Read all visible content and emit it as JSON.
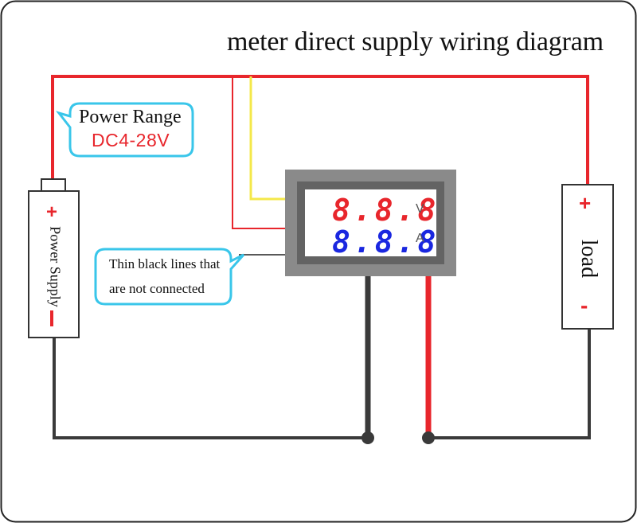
{
  "title": "meter direct supply wiring diagram",
  "power_range": {
    "label": "Power Range",
    "value": "DC4-28V"
  },
  "note": {
    "line1": "Thin black lines that",
    "line2": "are not connected"
  },
  "power_supply": {
    "label": "Power Supply",
    "plus": "+",
    "minus": "-"
  },
  "load": {
    "label": "load",
    "plus": "+",
    "minus": "-"
  },
  "meter": {
    "voltage_display": "8.8.8",
    "voltage_unit": "V",
    "current_display": "8.8.8",
    "current_unit": "A"
  },
  "colors": {
    "positive_wire": "#e8262c",
    "negative_wire": "#3a3a3a",
    "sense_wire": "#f4e84a",
    "callout_border": "#39c6ea",
    "voltage_digits": "#e8262c",
    "current_digits": "#1a27e0"
  }
}
